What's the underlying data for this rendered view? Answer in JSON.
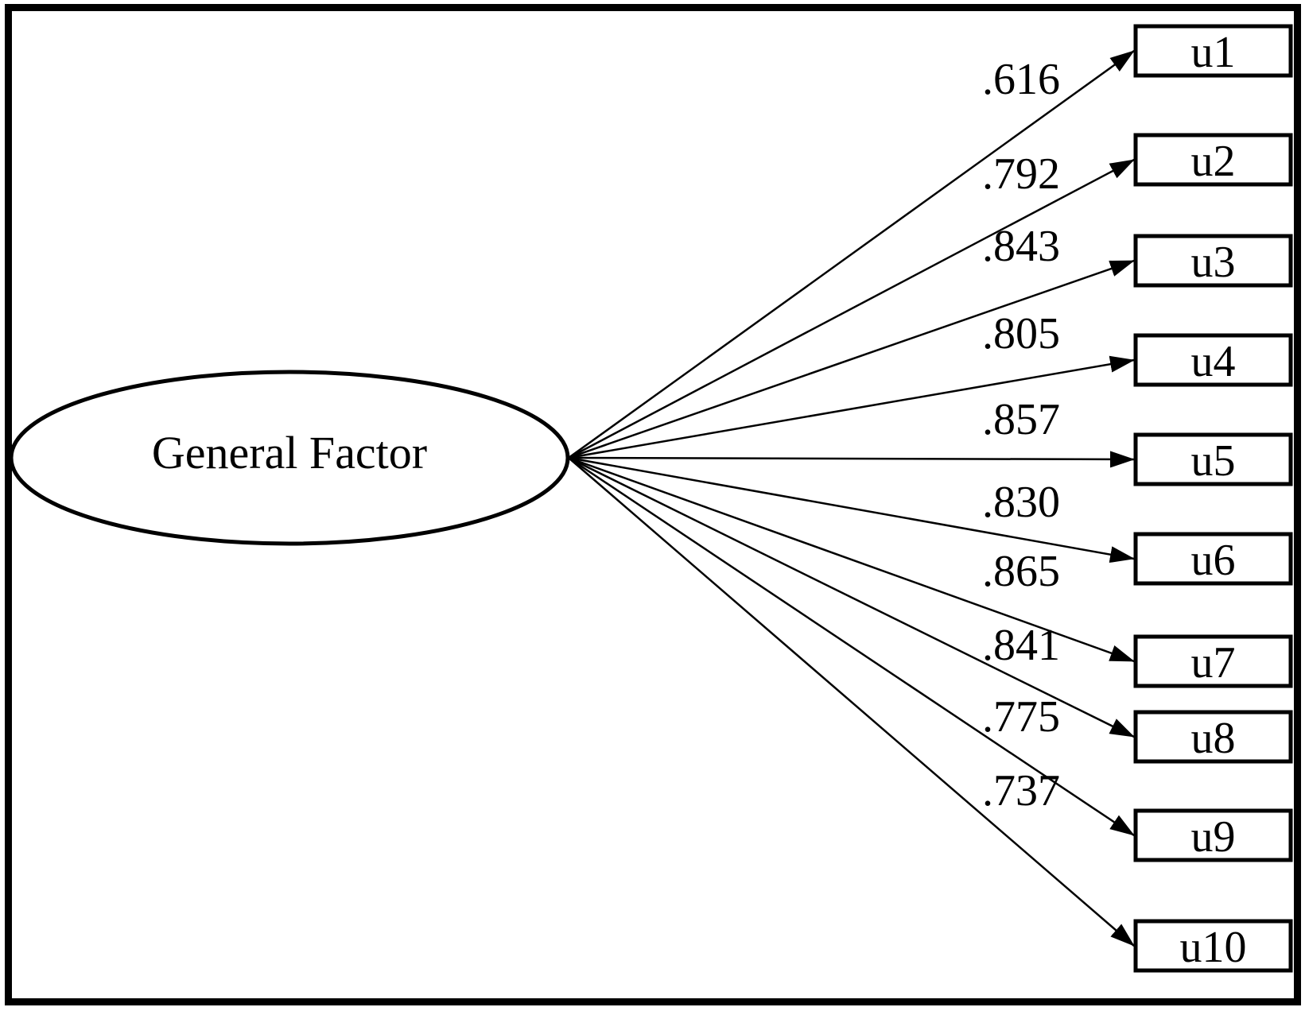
{
  "diagram": {
    "factor": {
      "label": "General Factor"
    },
    "indicators": [
      {
        "name": "u1",
        "loading": ".616"
      },
      {
        "name": "u2",
        "loading": ".792"
      },
      {
        "name": "u3",
        "loading": ".843"
      },
      {
        "name": "u4",
        "loading": ".805"
      },
      {
        "name": "u5",
        "loading": ".857"
      },
      {
        "name": "u6",
        "loading": ".830"
      },
      {
        "name": "u7",
        "loading": ".865"
      },
      {
        "name": "u8",
        "loading": ".841"
      },
      {
        "name": "u9",
        "loading": ".775"
      },
      {
        "name": "u10",
        "loading": ".737"
      }
    ],
    "colors": {
      "ink": "#000000",
      "background": "#ffffff"
    }
  }
}
